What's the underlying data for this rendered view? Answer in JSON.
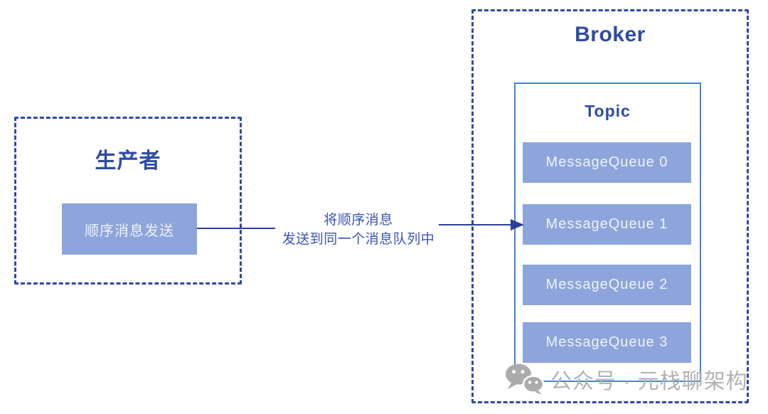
{
  "diagram": {
    "producer": {
      "title": "生产者",
      "node_label": "顺序消息发送"
    },
    "arrow": {
      "label_line1": "将顺序消息",
      "label_line2": "发送到同一个消息队列中"
    },
    "broker": {
      "title": "Broker",
      "topic": {
        "title": "Topic",
        "queues": [
          "MessageQueue 0",
          "MessageQueue 1",
          "MessageQueue 2",
          "MessageQueue 3"
        ]
      }
    },
    "watermark": {
      "icon": "wechat-icon",
      "text": "公众号 · 元栈聊架构"
    },
    "colors": {
      "dashed_border": "#2e4aa5",
      "title_text": "#2e4ba5",
      "node_fill": "#8da5db",
      "node_text": "#eef2f9",
      "topic_border": "#3e86d8",
      "arrow_line": "#2a3f97",
      "annotation_text": "#3a55b4",
      "watermark_gray": "#b3b3b3"
    }
  }
}
